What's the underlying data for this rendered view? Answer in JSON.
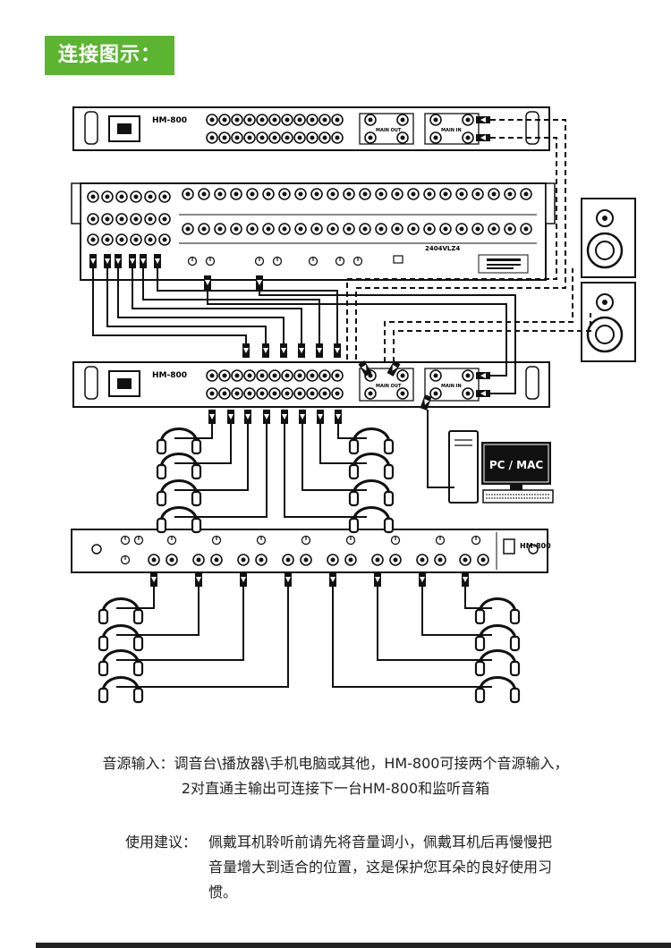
{
  "header": {
    "title": "连接图示："
  },
  "devices": {
    "hm800_model": "HM-800",
    "mixer_model": "2404VLZ4",
    "main_out_label": "MAIN OUT",
    "main_in_label": "MAIN IN",
    "computer_label": "PC / MAC"
  },
  "description": {
    "line1": "音源输入：调音台\\播放器\\手机电脑或其他，HM-800可接两个音源输入，",
    "line2": "2对直通主输出可连接下一台HM-800和监听音箱"
  },
  "advice": {
    "label": "使用建议：",
    "text": "佩戴耳机聆听前请先将音量调小，佩戴耳机后再慢慢把音量增大到适合的位置，这是保护您耳朵的良好使用习惯。"
  },
  "colors": {
    "accent": "#5cb531",
    "line": "#111111"
  }
}
